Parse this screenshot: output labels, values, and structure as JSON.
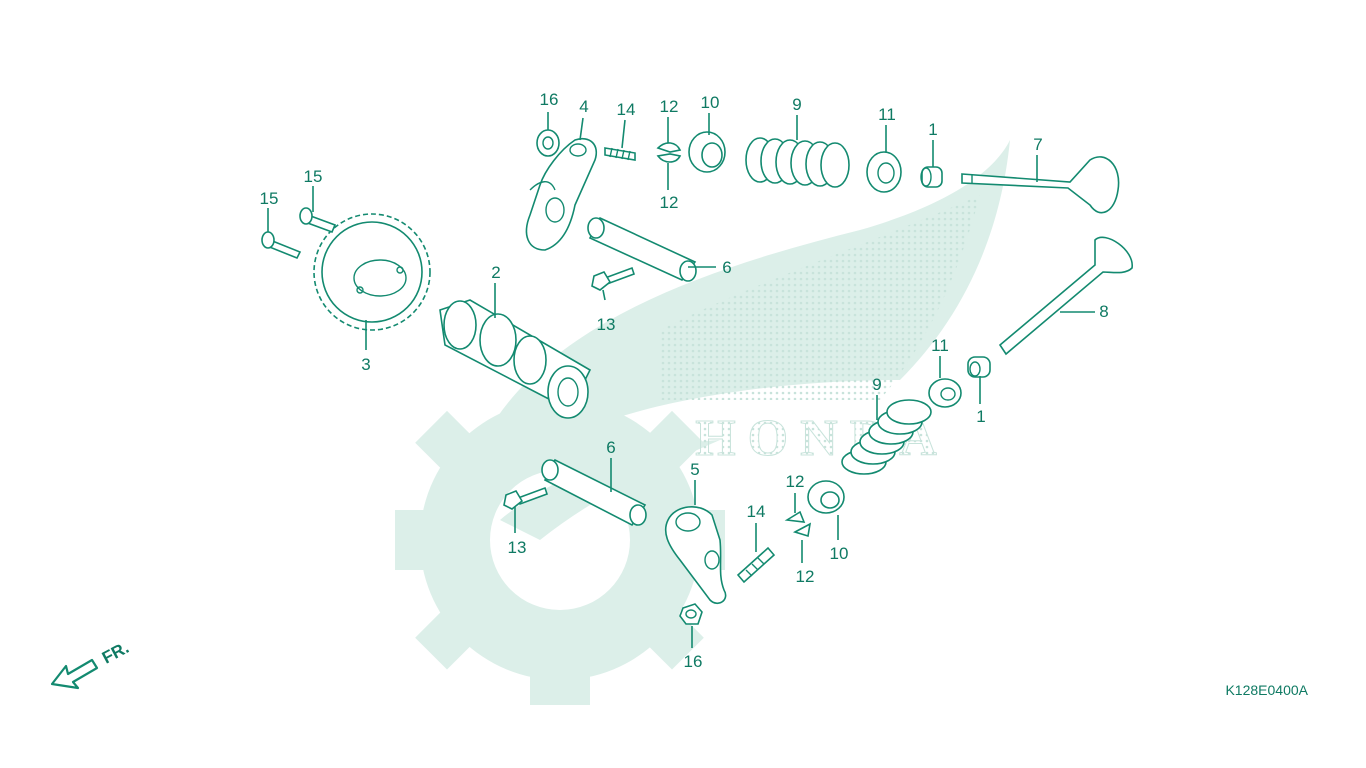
{
  "diagram": {
    "colors": {
      "ink": "#138a70",
      "label": "#0f7a63",
      "watermark": "#dcefe9",
      "dots": "#c8e3db"
    },
    "watermark_text": "HONDA",
    "direction_label": "FR.",
    "drawing_code": "K128E0400A",
    "callouts": [
      {
        "id": "c16a",
        "text": "16"
      },
      {
        "id": "c4",
        "text": "4"
      },
      {
        "id": "c14a",
        "text": "14"
      },
      {
        "id": "c12a",
        "text": "12"
      },
      {
        "id": "c12b",
        "text": "12"
      },
      {
        "id": "c10a",
        "text": "10"
      },
      {
        "id": "c9a",
        "text": "9"
      },
      {
        "id": "c11a",
        "text": "11"
      },
      {
        "id": "c1a",
        "text": "1"
      },
      {
        "id": "c7",
        "text": "7"
      },
      {
        "id": "c15a",
        "text": "15"
      },
      {
        "id": "c15b",
        "text": "15"
      },
      {
        "id": "c2",
        "text": "2"
      },
      {
        "id": "c6a",
        "text": "6"
      },
      {
        "id": "c13a",
        "text": "13"
      },
      {
        "id": "c3",
        "text": "3"
      },
      {
        "id": "c8",
        "text": "8"
      },
      {
        "id": "c11b",
        "text": "11"
      },
      {
        "id": "c1b",
        "text": "1"
      },
      {
        "id": "c9b",
        "text": "9"
      },
      {
        "id": "c6b",
        "text": "6"
      },
      {
        "id": "c5",
        "text": "5"
      },
      {
        "id": "c12c",
        "text": "12"
      },
      {
        "id": "c12d",
        "text": "12"
      },
      {
        "id": "c14b",
        "text": "14"
      },
      {
        "id": "c10b",
        "text": "10"
      },
      {
        "id": "c13b",
        "text": "13"
      },
      {
        "id": "c16b",
        "text": "16"
      }
    ]
  }
}
